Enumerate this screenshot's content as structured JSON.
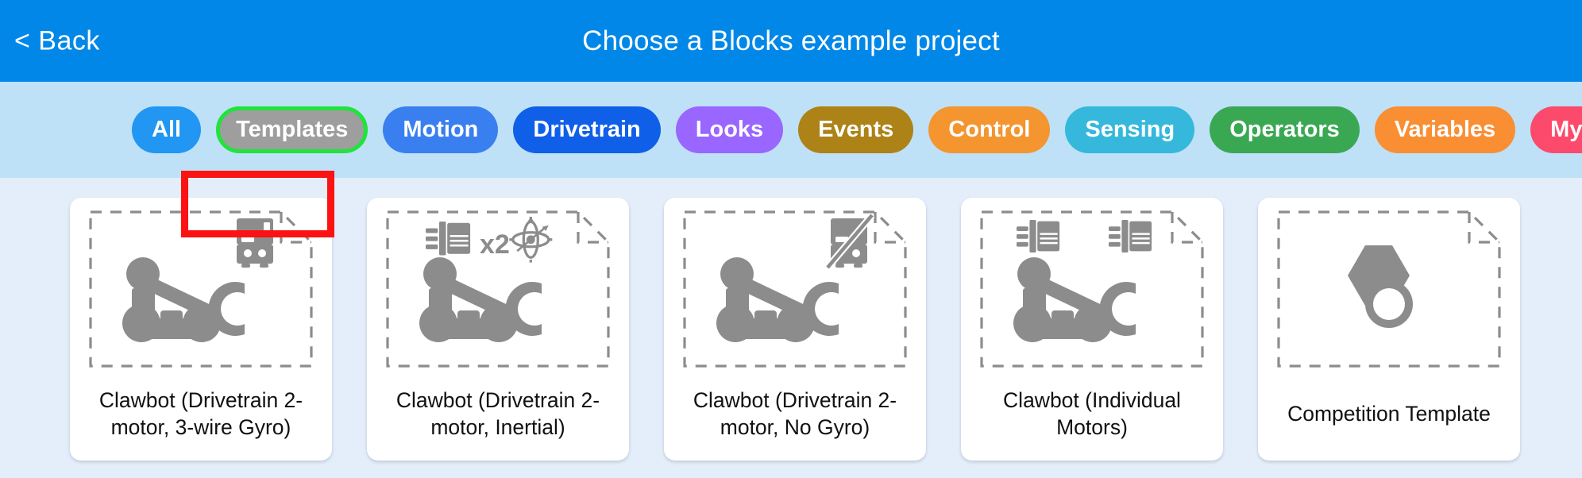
{
  "header": {
    "back_label": "< Back",
    "title": "Choose a Blocks example project",
    "bg_color": "#0087e8"
  },
  "filterbar": {
    "bg_color": "#bee1f7",
    "annotation_color": "#fc1212",
    "selected_outline_color": "#20e33c",
    "pills": [
      {
        "label": "All",
        "color": "#2196f3",
        "selected": false
      },
      {
        "label": "Templates",
        "color": "#9e9e9e",
        "selected": true
      },
      {
        "label": "Motion",
        "color": "#3a7ff0",
        "selected": false
      },
      {
        "label": "Drivetrain",
        "color": "#0f5fe8",
        "selected": false
      },
      {
        "label": "Looks",
        "color": "#9966ff",
        "selected": false
      },
      {
        "label": "Events",
        "color": "#ad8216",
        "selected": false
      },
      {
        "label": "Control",
        "color": "#f4952f",
        "selected": false
      },
      {
        "label": "Sensing",
        "color": "#35b8dc",
        "selected": false
      },
      {
        "label": "Operators",
        "color": "#3aa853",
        "selected": false
      },
      {
        "label": "Variables",
        "color": "#f98e33",
        "selected": false
      },
      {
        "label": "My Blocks",
        "color": "#fb4a6b",
        "selected": false
      }
    ]
  },
  "projects": [
    {
      "title": "Clawbot (Drivetrain 2-motor, 3-wire Gyro)",
      "thumb_icons": [
        "gyro-sensor-icon",
        "clawbot-robot-icon"
      ]
    },
    {
      "title": "Clawbot (Drivetrain 2-motor, Inertial)",
      "thumb_icons": [
        "motor-icon",
        "motor-count-x2",
        "inertial-sensor-icon",
        "clawbot-robot-icon"
      ],
      "motor_count_label": "x2"
    },
    {
      "title": "Clawbot (Drivetrain 2-motor, No Gyro)",
      "thumb_icons": [
        "gyro-sensor-disabled-icon",
        "clawbot-robot-icon"
      ]
    },
    {
      "title": "Clawbot (Individual Motors)",
      "thumb_icons": [
        "motor-icon",
        "motor-icon",
        "clawbot-robot-icon"
      ]
    },
    {
      "title": "Competition Template",
      "thumb_icons": [
        "medal-icon"
      ]
    }
  ]
}
